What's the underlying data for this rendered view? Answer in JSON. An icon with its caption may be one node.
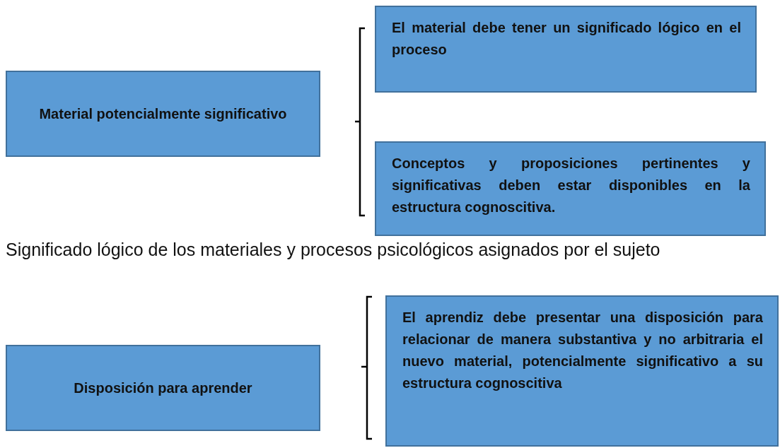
{
  "diagram": {
    "nodes": [
      {
        "text": [
          "Material potencialmente significativo"
        ]
      },
      {
        "text": [
          "El material debe tener un significado lógico en el proceso"
        ]
      },
      {
        "text": [
          "Conceptos y proposiciones pertinentes y significativas deben estar disponibles en la estructura cognoscitiva."
        ]
      },
      {
        "text": [
          "Disposición para aprender"
        ]
      },
      {
        "text": [
          "El aprendiz debe presentar una disposición para relacionar de manera substantiva y no arbitraria el nuevo material, potencialmente significativo a su estructura cognoscitiva"
        ]
      }
    ],
    "edges": [],
    "labels": [
      "Significado lógico de los materiales y procesos psicológicos asignados por el sujeto"
    ]
  }
}
